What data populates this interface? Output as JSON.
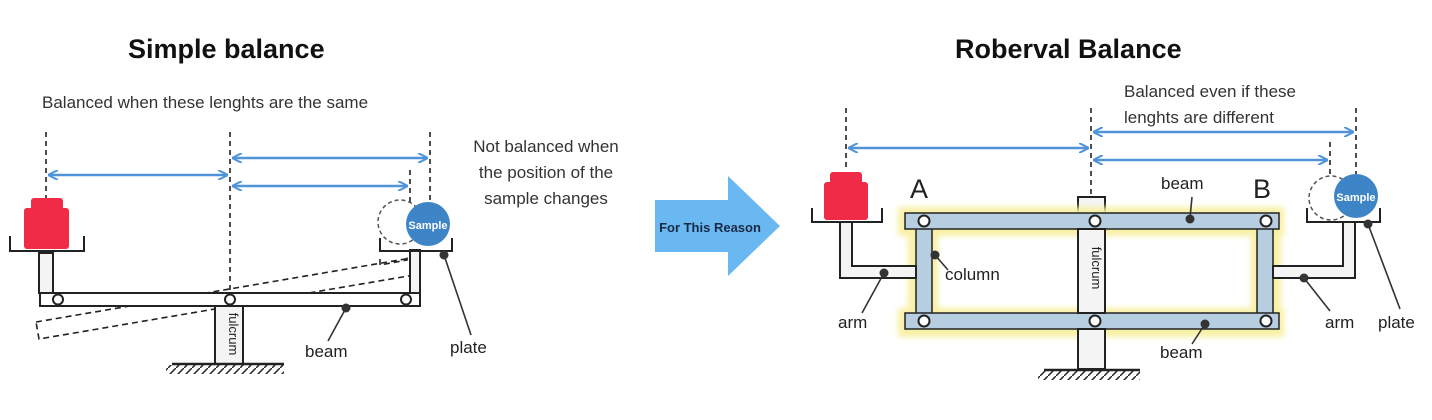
{
  "left": {
    "title": "Simple balance",
    "note_top": "Balanced when these lenghts are the same",
    "note_side": [
      "Not balanced when",
      "the position of the",
      "sample changes"
    ],
    "labels": {
      "fulcrum": "fulcrum",
      "beam": "beam",
      "plate": "plate",
      "sample": "Sample"
    }
  },
  "arrow": {
    "label": "For This Reason",
    "color": "#6ab8f2"
  },
  "right": {
    "title": "Roberval Balance",
    "note_top": [
      "Balanced even if these",
      "lenghts are different"
    ],
    "labels": {
      "A": "A",
      "B": "B",
      "beam_top": "beam",
      "beam_bottom": "beam",
      "column": "column",
      "fulcrum": "fulcrum",
      "arm_left": "arm",
      "arm_right": "arm",
      "plate": "plate",
      "sample": "Sample"
    }
  },
  "colors": {
    "weight": "#ef2b48",
    "sample": "#3d85c6",
    "dimension": "#4f93d8",
    "frame": "#b7cde0",
    "frame_glow": "#f7f0a0"
  }
}
